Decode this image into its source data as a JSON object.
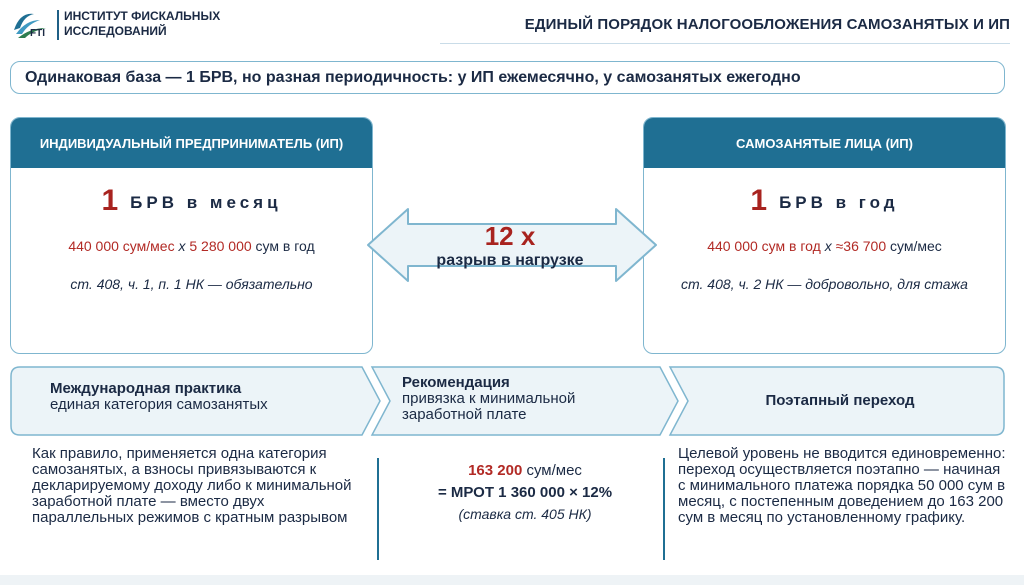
{
  "header": {
    "org_name": "ИНСТИТУТ ФИСКАЛЬНЫХ ИССЛЕДОВАНИЙ",
    "logo_text": "FTI",
    "title": "ЕДИНЫЙ ПОРЯДОК НАЛОГООБЛОЖЕНИЯ САМОЗАНЯТЫХ И ИП"
  },
  "banner": {
    "text": "Одинаковая база — 1 БРВ, но разная периодичность: у ИП ежемесячно, у самозанятых ежегодно"
  },
  "left_card": {
    "title": "ИНДИВИДУАЛЬНЫЙ ПРЕДПРИНИМАТЕЛЬ (ИП)",
    "big_number": "1",
    "big_unit": "БРВ в месяц",
    "calc_a": "440 000 сум/мес",
    "calc_op": "х",
    "calc_b": "5 280 000",
    "calc_tail": "сум в год",
    "law": "ст. 408, ч. 1, п. 1 НК — обязательно"
  },
  "right_card": {
    "title": "САМОЗАНЯТЫЕ ЛИЦА (ИП)",
    "big_number": "1",
    "big_unit": "БРВ в год",
    "calc_a": "440 000 сум в год",
    "calc_op": "х",
    "calc_b": "≈36 700",
    "calc_tail": "сум/мес",
    "law": "ст. 408, ч. 2 НК — добровольно, для стажа"
  },
  "gap": {
    "value": "12 x",
    "label": "разрыв в нагрузке"
  },
  "steps": [
    {
      "title": "Международная практика",
      "subtitle": "единая категория самозанятых"
    },
    {
      "title": "Рекомендация",
      "subtitle": "привязка к минимальной заработной плате"
    },
    {
      "title": "Поэтапный переход",
      "subtitle": ""
    }
  ],
  "details": {
    "left": "Как правило, применяется одна категория самозанятых, а взносы привязываются к декларируемому доходу либо к минимальной заработной плате — вместо двух параллельных режимов с кратным разрывом",
    "center_amount": "163 200",
    "center_unit": "сум/мес",
    "center_formula": "= МРОТ 1 360 000 × 12%",
    "center_note": "(ставка ст. 405 НК)",
    "right": "Целевой уровень не вводится единовременно: переход осуществляется поэтапно — начиная с минимального платежа порядка 50 000 сум в месяц, с постепенным доведением до 163 200 сум в месяц по установленному графику."
  },
  "colors": {
    "accent": "#1f6f93",
    "emphasis": "#a8231f",
    "border": "#7fb6cf",
    "step_fill": "#ecf4f8"
  },
  "icons": [
    "fti-logo",
    "double-arrow"
  ]
}
